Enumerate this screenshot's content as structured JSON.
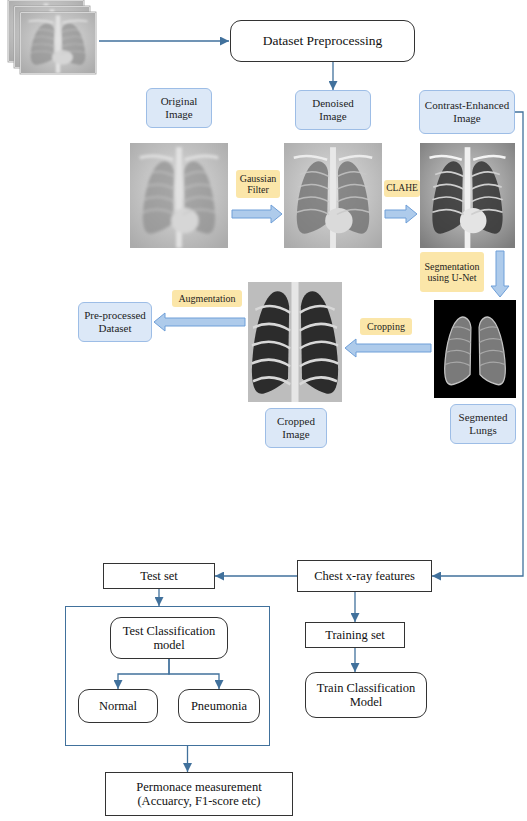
{
  "diagram": {
    "nodes": [
      {
        "text": [
          "Dataset Preprocessing"
        ]
      },
      {
        "text": [
          "Original Image"
        ]
      },
      {
        "text": [
          "Denoised Image"
        ]
      },
      {
        "text": [
          "Contrast-Enhanced Image"
        ]
      },
      {
        "text": [
          "Gaussian Filter"
        ]
      },
      {
        "text": [
          "CLAHE"
        ]
      },
      {
        "text": [
          "Segmentation using U-Net"
        ]
      },
      {
        "text": [
          "Augmentation"
        ]
      },
      {
        "text": [
          "Cropping"
        ]
      },
      {
        "text": [
          "Pre-processed Dataset"
        ]
      },
      {
        "text": [
          "Cropped Image"
        ]
      },
      {
        "text": [
          "Segmented Lungs"
        ]
      },
      {
        "text": [
          "Test set"
        ]
      },
      {
        "text": [
          "Chest x-ray features"
        ]
      },
      {
        "text": [
          "Training set"
        ]
      },
      {
        "text": []
      },
      {
        "text": [
          "Test Classification model"
        ],
        "in": 15
      },
      {
        "text": [
          "Normal"
        ],
        "in": 15
      },
      {
        "text": [
          "Pneumonia"
        ],
        "in": 15
      },
      {
        "text": [
          "Train Classification Model"
        ]
      },
      {
        "text": [
          "Permonace measurement (Accuarcy, F1-score etc)"
        ]
      }
    ],
    "edges": [
      {
        "from": 0,
        "to": 2,
        "arrow": "to"
      },
      {
        "from": 3,
        "to": 13,
        "arrow": "to"
      },
      {
        "from": 13,
        "to": 12,
        "arrow": "to"
      },
      {
        "from": 13,
        "to": 14,
        "arrow": "to"
      },
      {
        "from": 12,
        "to": 15,
        "arrow": "to"
      },
      {
        "from": 14,
        "to": 19,
        "arrow": "to"
      },
      {
        "from": 16,
        "to": 17,
        "arrow": "to"
      },
      {
        "from": 16,
        "to": 18,
        "arrow": "to"
      },
      {
        "from": 15,
        "to": 20,
        "arrow": "to"
      }
    ]
  }
}
